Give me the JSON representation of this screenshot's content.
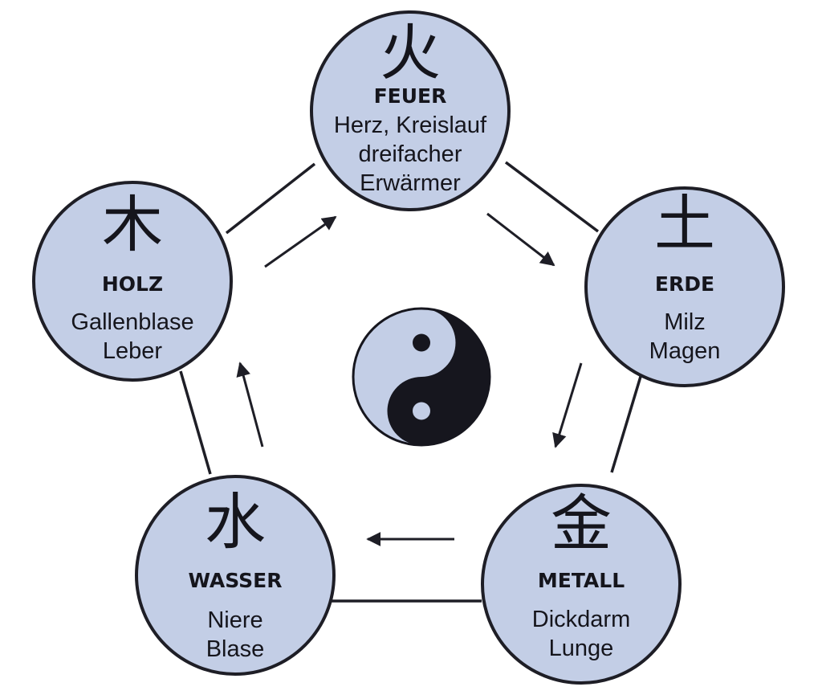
{
  "colors": {
    "circle_fill": "#c3cee6",
    "ink": "#15151c",
    "background": "#ffffff"
  },
  "elements": [
    {
      "id": "fire",
      "glyph": "火",
      "name": "FEUER",
      "lines": [
        "Herz, Kreislauf",
        "dreifacher",
        "Erwärmer"
      ]
    },
    {
      "id": "earth",
      "glyph": "土",
      "name": "ERDE",
      "lines": [
        "Milz",
        "Magen"
      ]
    },
    {
      "id": "metal",
      "glyph": "金",
      "name": "METALL",
      "lines": [
        "Dickdarm",
        "Lunge"
      ]
    },
    {
      "id": "water",
      "glyph": "水",
      "name": "WASSER",
      "lines": [
        "Niere",
        "Blase"
      ]
    },
    {
      "id": "wood",
      "glyph": "木",
      "name": "HOLZ",
      "lines": [
        "Gallenblase",
        "Leber"
      ]
    }
  ],
  "center_symbol": "yin-yang-icon",
  "cycle": [
    "wood",
    "fire",
    "earth",
    "metal",
    "water",
    "wood"
  ]
}
